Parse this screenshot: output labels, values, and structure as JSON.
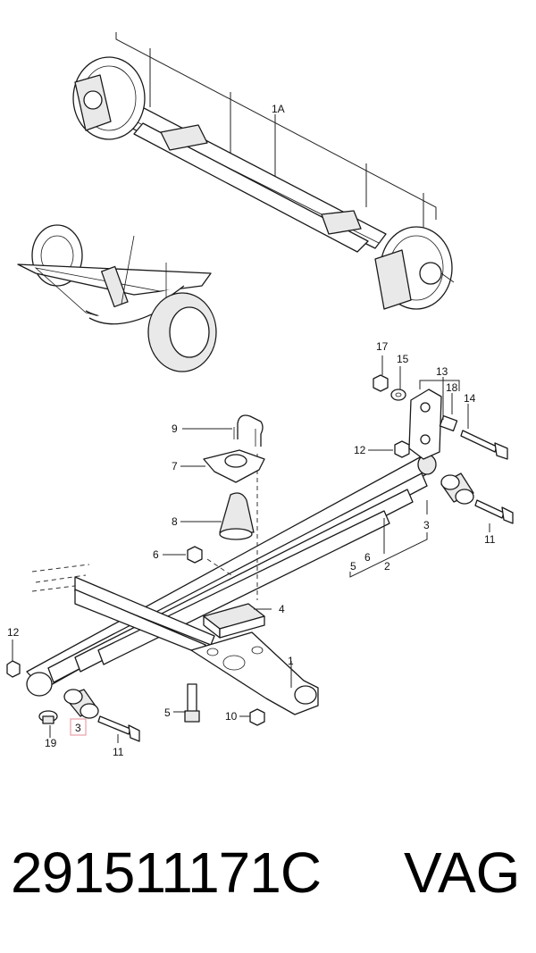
{
  "callouts": {
    "c1A": "1A",
    "c17": "17",
    "c15": "15",
    "c13": "13",
    "c18": "18",
    "c14": "14",
    "c9": "9",
    "c12a": "12",
    "c7": "7",
    "c8": "8",
    "c3a": "3",
    "c11a": "11",
    "c6a": "6",
    "c5a": "5",
    "c6b": "6",
    "c2": "2",
    "c4": "4",
    "c12b": "12",
    "c1": "1",
    "c5b": "5",
    "c10": "10",
    "c19": "19",
    "c3b": "3",
    "c11b": "11"
  },
  "highlight_color": "#e8a0a8",
  "footer": {
    "part_number": "291511171C",
    "brand": "VAG"
  }
}
